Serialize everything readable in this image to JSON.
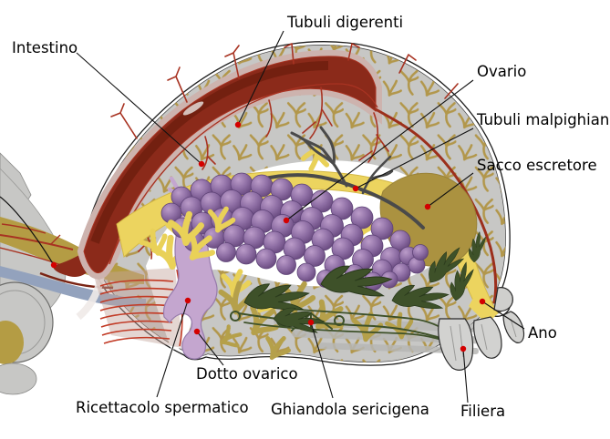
{
  "figure": {
    "subject": "Anatomia interna dell'addome del ragno (sezione)",
    "background_color": "#ffffff",
    "label_font_color": "#000000",
    "leader_dot_color": "#d40000",
    "labels": [
      {
        "id": "intestino",
        "text": "Intestino"
      },
      {
        "id": "tubuli-digerenti",
        "text": "Tubuli digerenti"
      },
      {
        "id": "ovario",
        "text": "Ovario"
      },
      {
        "id": "tubuli-malpighiani",
        "text": "Tubuli malpighiani"
      },
      {
        "id": "sacco-escretore",
        "text": "Sacco escretore"
      },
      {
        "id": "ano",
        "text": "Ano"
      },
      {
        "id": "filiera",
        "text": "Filiera"
      },
      {
        "id": "ghiandola-sericigena",
        "text": "Ghiandola sericigena"
      },
      {
        "id": "dotto-ovarico",
        "text": "Dotto ovarico"
      },
      {
        "id": "ricettacolo-spermatico",
        "text": "Ricettacolo spermatico"
      }
    ],
    "colors": {
      "body_gray": "#c7c7c5",
      "outline": "#1f1f1f",
      "intestine_dark_red": "#8b2a1a",
      "intestine_shadow": "#701f0f",
      "membrane_pink": "#cdb3ae",
      "tubule_olive": "#b2974b",
      "hindgut_yellow": "#ecd45f",
      "excretory_sac_olive": "#ab9240",
      "ovary_purple": "#8e6ea4",
      "oviduct_lavender": "#c4a6cf",
      "silk_gland_green": "#3e5129",
      "artery_red": "#a83322",
      "book_lung_red": "#c23b26",
      "pedicel_blue": "#93a2bd"
    }
  }
}
